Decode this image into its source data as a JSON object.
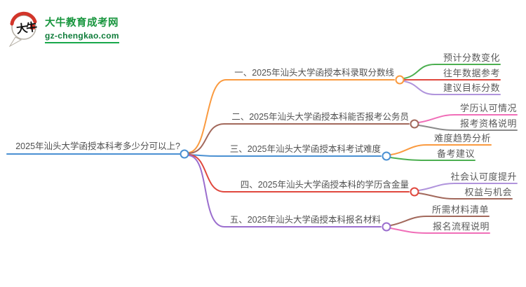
{
  "logo": {
    "icon_text": "大牛",
    "site_name": "大牛教育成考网",
    "site_domain": "gz-chengkao.com",
    "brand_green": "#17953d",
    "icon_red": "#d2352a"
  },
  "mindmap": {
    "root": {
      "label": "2025年汕头大学函授本科考多少分可以上?",
      "color": "#4a90d2"
    },
    "branches": [
      {
        "label": "一、2025年汕头大学函授本科录取分数线",
        "color": "#fa9a3f",
        "children": [
          {
            "label": "预计分数变化",
            "color": "#4caf50"
          },
          {
            "label": "往年数据参考",
            "color": "#e0483e"
          },
          {
            "label": "建议目标分数",
            "color": "#b094dc"
          }
        ]
      },
      {
        "label": "二、2025年汕头大学函授本科能否报考公务员",
        "color": "#a2685b",
        "children": [
          {
            "label": "学历认可情况",
            "color": "#f06eb8"
          },
          {
            "label": "报考资格说明",
            "color": "#8a8a8a"
          }
        ]
      },
      {
        "label": "三、2025年汕头大学函授本科考试难度",
        "color": "#4a90d2",
        "children": [
          {
            "label": "难度趋势分析",
            "color": "#fa9a3f"
          },
          {
            "label": "备考建议",
            "color": "#4caf50"
          }
        ]
      },
      {
        "label": "四、2025年汕头大学函授本科的学历含金量",
        "color": "#e0483e",
        "children": [
          {
            "label": "社会认可度提升",
            "color": "#b094dc"
          },
          {
            "label": "权益与机会",
            "color": "#a2685b"
          }
        ]
      },
      {
        "label": "五、2025年汕头大学函授本科报名材料",
        "color": "#9b6ece",
        "children": [
          {
            "label": "所需材料清单",
            "color": "#a2685b"
          },
          {
            "label": "报名流程说明",
            "color": "#f06eb8"
          }
        ]
      }
    ]
  }
}
